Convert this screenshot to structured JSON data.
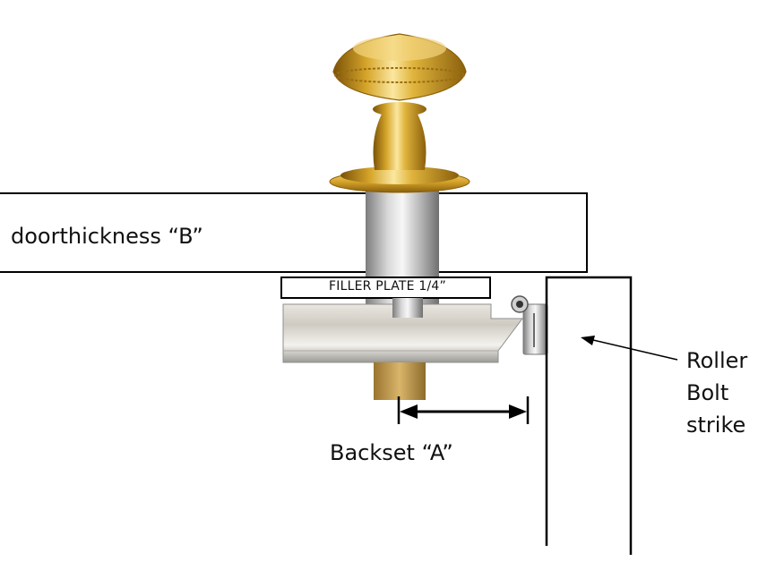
{
  "labels": {
    "door_thickness": "doorthickness “B”",
    "filler_plate": "FILLER PLATE 1/4”",
    "backset": "Backset “A”",
    "roller_bolt_strike": [
      "Roller",
      "Bolt",
      "strike"
    ]
  },
  "colors": {
    "line": "#000000",
    "brass": "#d4a52a",
    "brass_dark": "#8a5f0c",
    "brass_light": "#f8e08a",
    "chrome": "#c9c9c9",
    "chrome_dark": "#8f8f8f",
    "chrome_light": "#f2f2f2",
    "text": "#111111"
  }
}
